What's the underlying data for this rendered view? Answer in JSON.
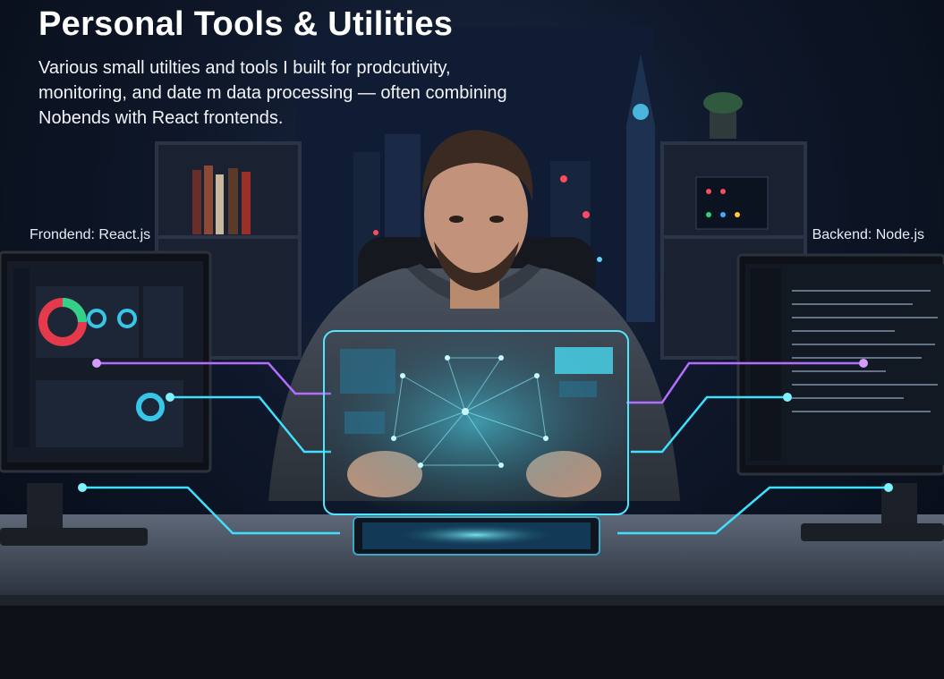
{
  "header": {
    "title": "Personal Tools & Utilities",
    "subtitle_lines": [
      "Various small utilties and tools I built for prodcutivity,",
      "monitoring, and date m data processing — often combining",
      "Nobends with React frontends."
    ]
  },
  "labels": {
    "frontend": "Frondend: React.js",
    "backend": "Backend: Node.js"
  },
  "colors": {
    "background": "#0b1220",
    "accent_cyan": "#3fe0ff",
    "accent_purple": "#b46cff",
    "text": "#ffffff"
  },
  "scene": {
    "subject": "developer-at-desk",
    "icons": [
      "left-monitor-dashboard-icon",
      "right-monitor-code-icon",
      "hologram-network-icon",
      "tablet-icon"
    ]
  }
}
